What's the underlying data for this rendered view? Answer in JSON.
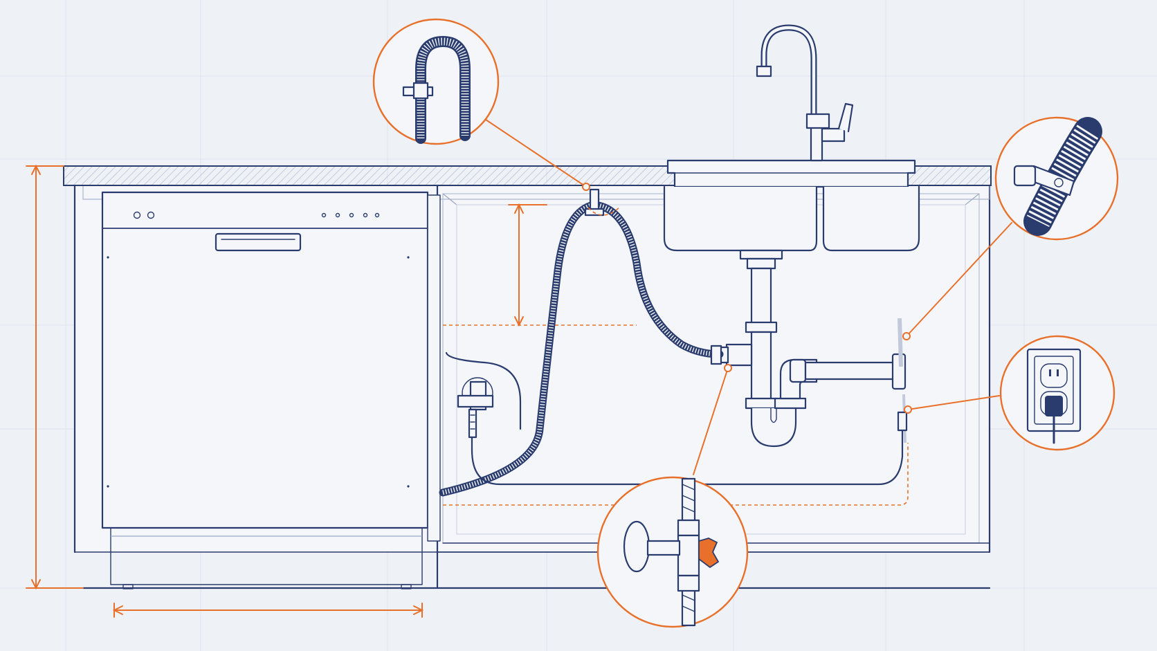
{
  "diagram": {
    "description_visible_text": "",
    "colors": {
      "background": "#eef1f6",
      "line": "#2a3b6e",
      "accent": "#e8702a"
    },
    "callouts": [
      {
        "name": "high-loop-detail",
        "icon": "drain-hose-high-loop-icon"
      },
      {
        "name": "hose-clamp-detail",
        "icon": "hose-clamp-icon"
      },
      {
        "name": "outlet-detail",
        "icon": "electrical-outlet-icon"
      },
      {
        "name": "shutoff-valve-detail",
        "icon": "shutoff-valve-icon"
      }
    ]
  }
}
